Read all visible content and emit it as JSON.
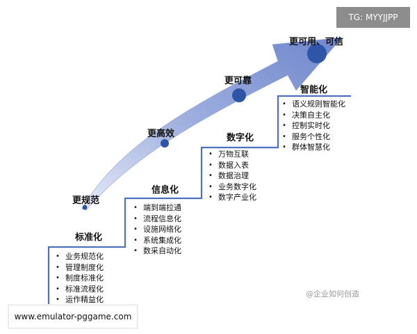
{
  "tag": "TG: MYYJJPP",
  "url": "www.emulator-pggame.com",
  "watermark": "@企业如何创造",
  "arrow_milestones": [
    "更规范",
    "更高效",
    "更可靠",
    "更可用、可信"
  ],
  "steps": [
    {
      "title": "标准化",
      "items": [
        "业务规范化",
        "管理制度化",
        "制度标准化",
        "标准流程化",
        "运作精益化"
      ]
    },
    {
      "title": "信息化",
      "items": [
        "端到端拉通",
        "流程信息化",
        "设施网络化",
        "系统集成化",
        "数采自动化"
      ]
    },
    {
      "title": "数字化",
      "items": [
        "万物互联",
        "数据入表",
        "数据治理",
        "业务数字化",
        "数字产业化"
      ]
    },
    {
      "title": "智能化",
      "items": [
        "语义规则智能化",
        "决策自主化",
        "控制实时化",
        "服务个性化",
        "群体智慧化"
      ]
    }
  ],
  "colors": {
    "arrow": "#7b8ed0",
    "arrow_light": "#c9d2ee",
    "dot": "#2f55a8",
    "step_line": "#4f6fc0"
  }
}
